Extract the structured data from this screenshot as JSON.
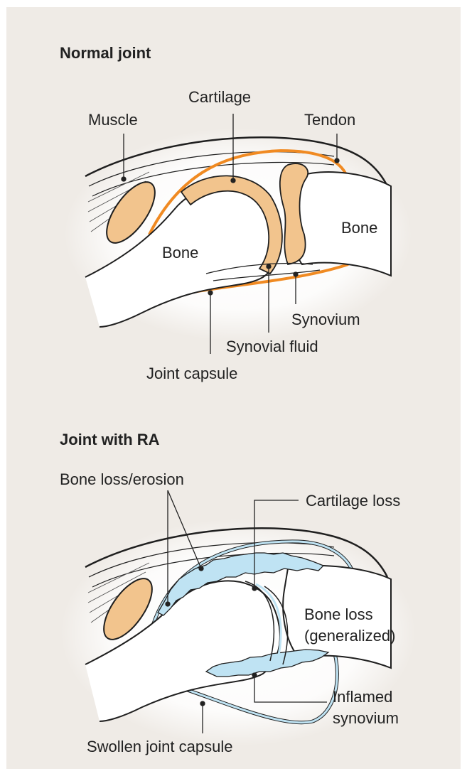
{
  "normal": {
    "heading": "Normal joint",
    "labels": {
      "cartilage": "Cartilage",
      "muscle": "Muscle",
      "tendon": "Tendon",
      "bone_right": "Bone",
      "bone_left": "Bone",
      "synovium": "Synovium",
      "synovial_fluid": "Synovial fluid",
      "joint_capsule": "Joint capsule"
    }
  },
  "ra": {
    "heading": "Joint with RA",
    "labels": {
      "bone_loss_erosion": "Bone loss/erosion",
      "cartilage_loss": "Cartilage loss",
      "bone_loss_gen_1": "Bone loss",
      "bone_loss_gen_2": "(generalized)",
      "inflamed_1": "Inflamed",
      "inflamed_2": "synovium",
      "swollen_capsule": "Swollen joint capsule"
    }
  },
  "colors": {
    "background": "#efebe6",
    "bone": "#ffffff",
    "cartilage": "#f2c48d",
    "capsule": "#f08a22",
    "inflamed": "#bfe3f3",
    "line": "#1f1f1f"
  }
}
